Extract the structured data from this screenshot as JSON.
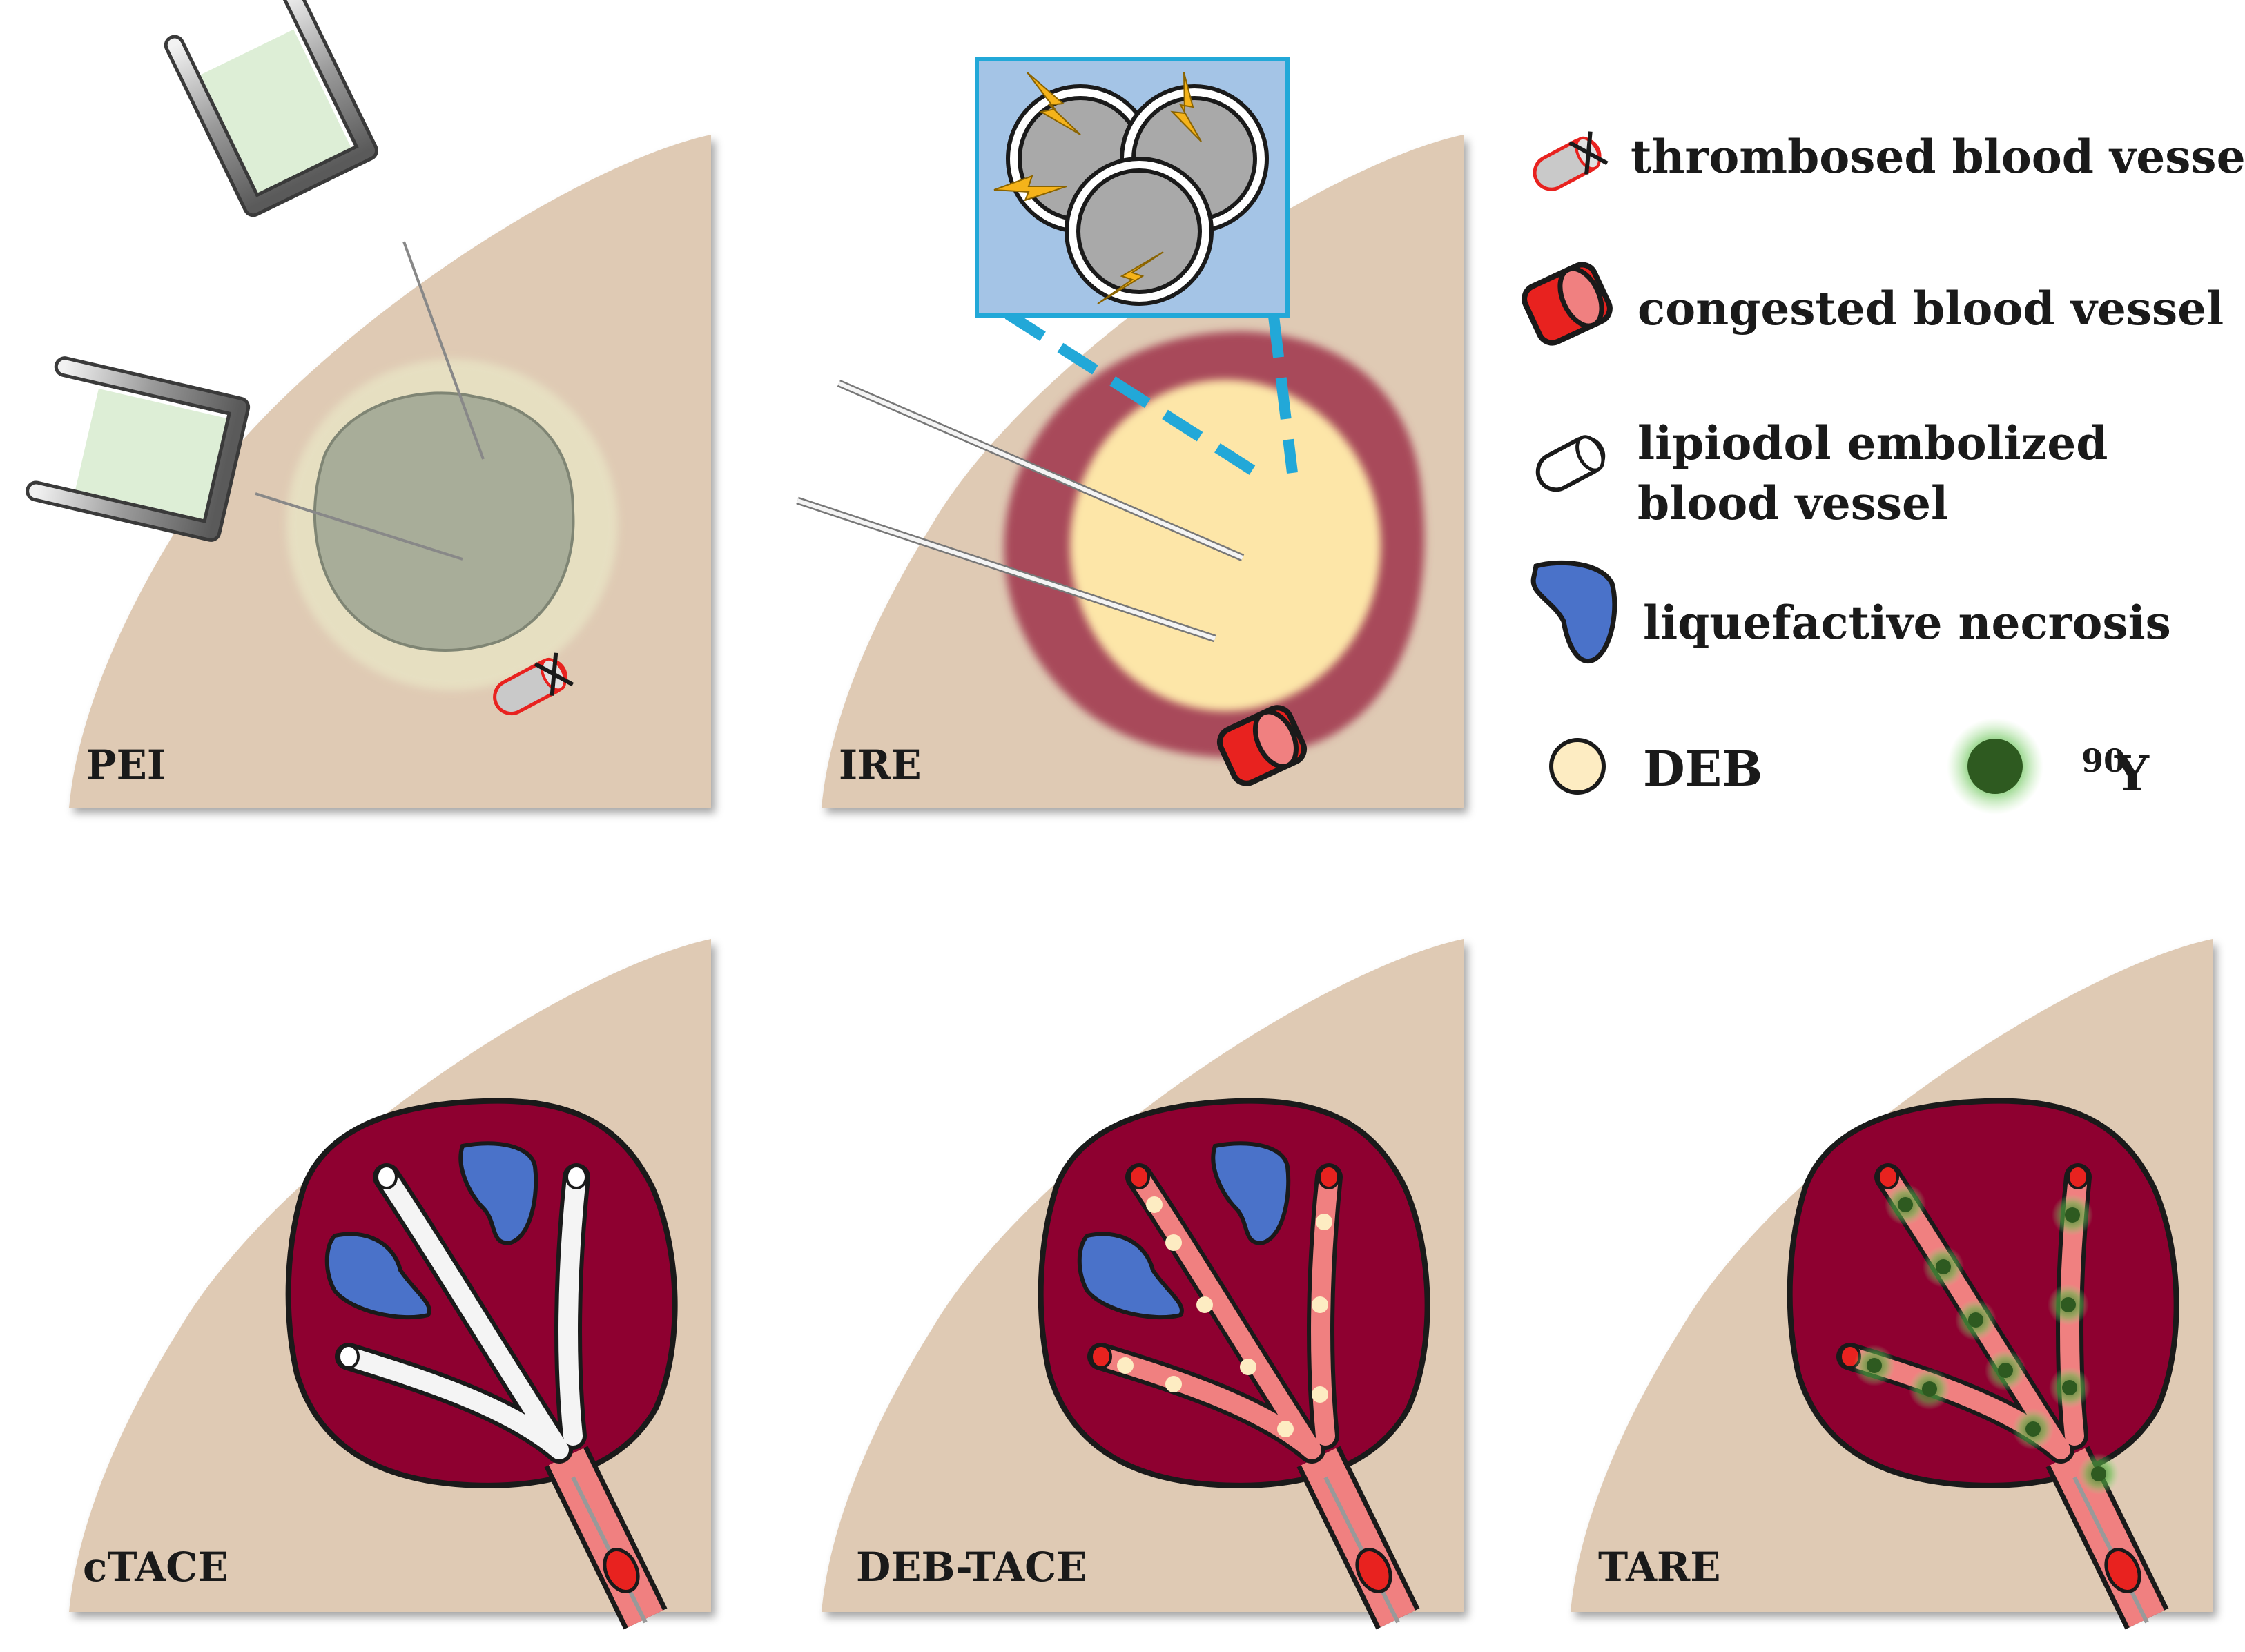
{
  "panels": {
    "pei": {
      "label": "PEI"
    },
    "ire": {
      "label": "IRE"
    },
    "ctace": {
      "label": "cTACE"
    },
    "debtace": {
      "label": "DEB-TACE"
    },
    "tare": {
      "label": "TARE"
    }
  },
  "legend": {
    "thrombosed": "thrombosed blood vessel",
    "congested": "congested blood vessel",
    "lipiodol_line1": "lipiodol embolized",
    "lipiodol_line2": "blood vessel",
    "necrosis": "liquefactive necrosis",
    "deb": "DEB",
    "y90_sup": "90",
    "y90_sym": "Y"
  },
  "colors": {
    "liver": "#dfcab4",
    "tumor_dark": "#8e0030",
    "necrosis_blue": "#4a72c9",
    "vessel_pink": "#f08080",
    "vessel_red": "#e8221f",
    "deb_cream": "#fdecc2",
    "y90_green": "#2e5a20",
    "ire_zone": "#fde6a8",
    "ire_rim": "#a8485a",
    "inset_blue": "#a4c4e6",
    "inset_border": "#22a8d8"
  }
}
